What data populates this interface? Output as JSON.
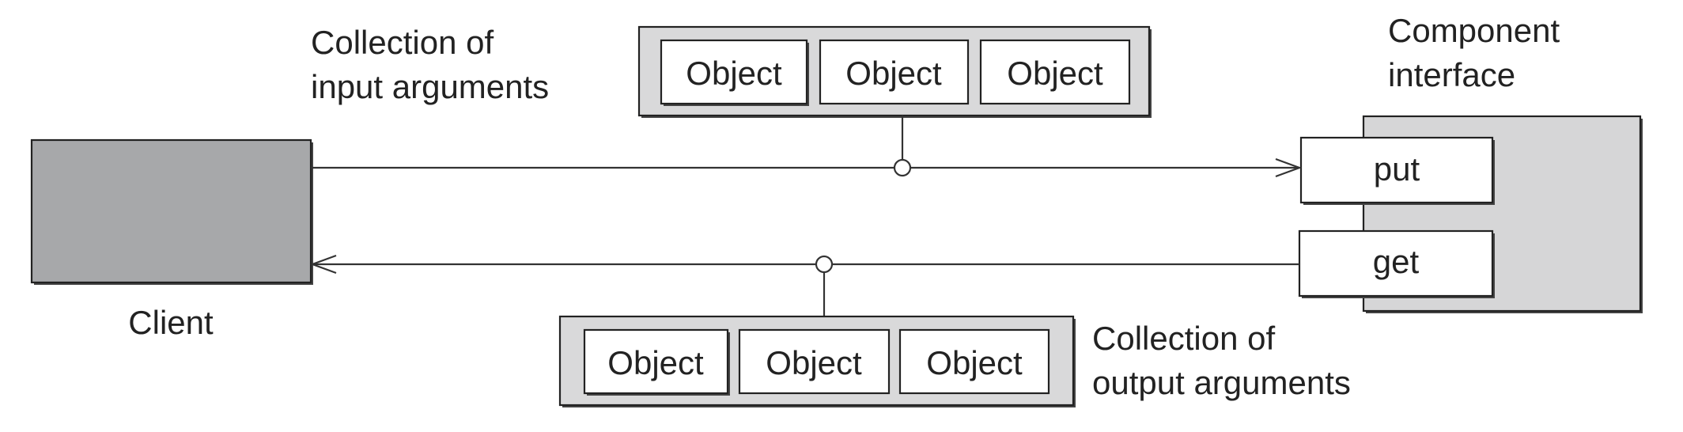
{
  "client": {
    "label": "Client",
    "color": "#a7a8aa"
  },
  "component": {
    "label_line1": "Component",
    "label_line2": "interface",
    "color": "#d6d6d7",
    "methods": [
      "put",
      "get"
    ]
  },
  "input_collection": {
    "label_line1": "Collection of",
    "label_line2": "input arguments",
    "objects": [
      "Object",
      "Object",
      "Object"
    ]
  },
  "output_collection": {
    "label_line1": "Collection of",
    "label_line2": "output arguments",
    "objects": [
      "Object",
      "Object",
      "Object"
    ]
  }
}
